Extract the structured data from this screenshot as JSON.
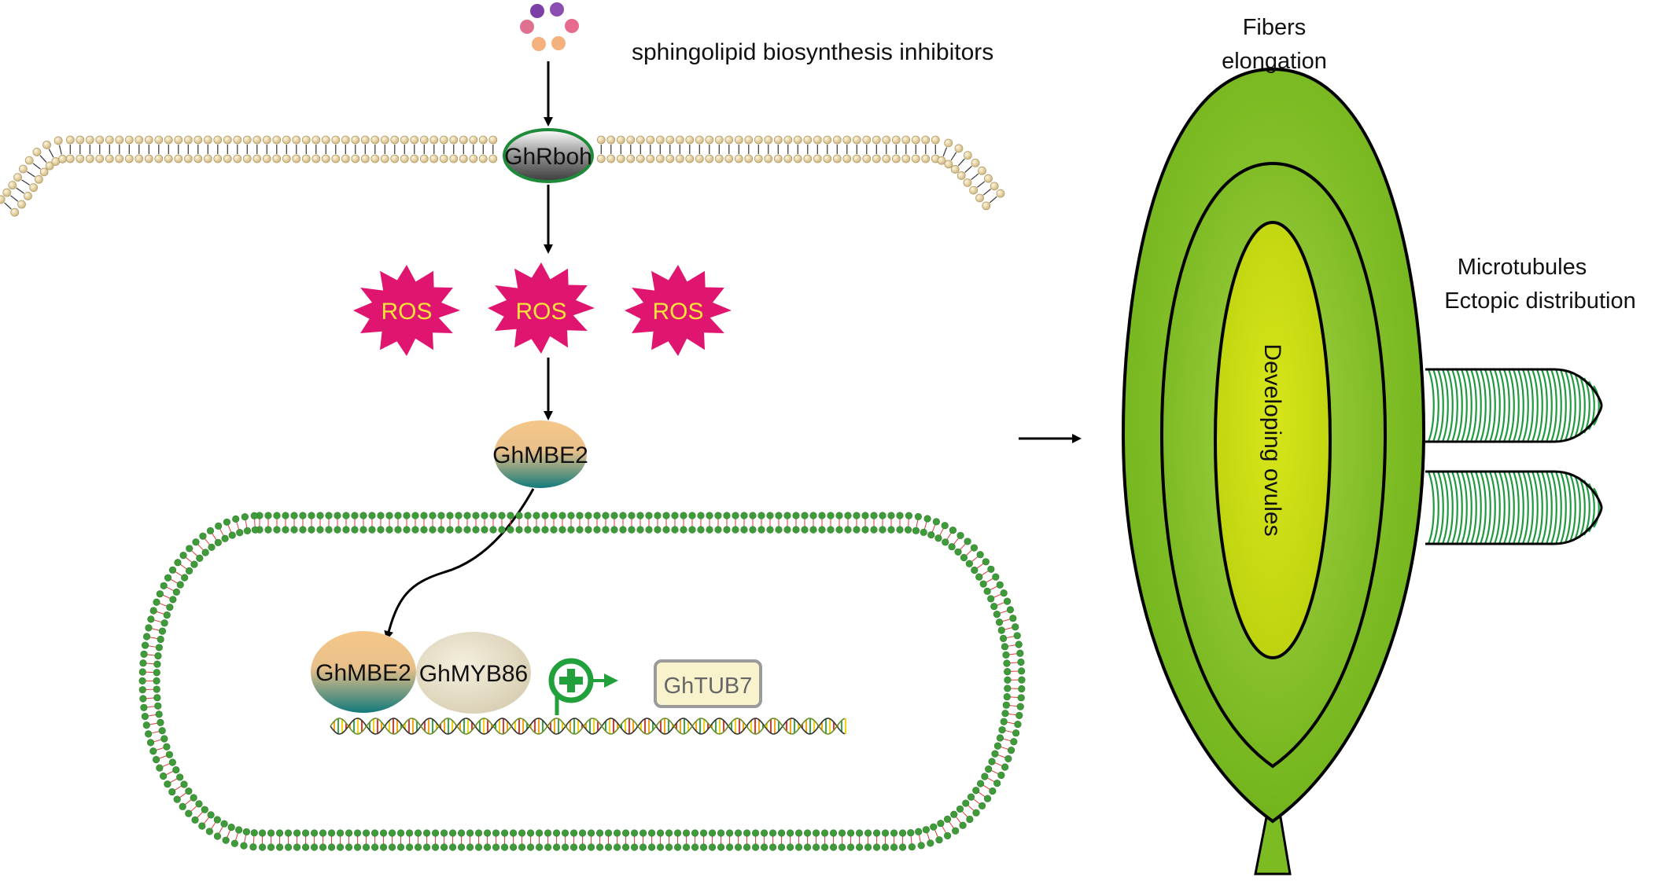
{
  "labels": {
    "inhibitors": "sphingolipid biosynthesis inhibitors",
    "enzyme": "GhRboh",
    "ros": [
      "ROS",
      "ROS",
      "ROS"
    ],
    "mbe2_cytoplasm": "GhMBE2",
    "mbe2_nucleus": "GhMBE2",
    "myb86": "GhMYB86",
    "tub7": "GhTUB7",
    "ovule": "Developing ovules",
    "fibers_line1": "Fibers",
    "fibers_line2": "elongation",
    "microtubules_line1": "Microtubules",
    "microtubules_line2": "Ectopic distribution"
  },
  "colors": {
    "membrane_bead": "#d9c48f",
    "nuclear_bead": "#3f9a3a",
    "ros_burst": "#e0156f",
    "ros_text": "#f5e23a",
    "ovule_outer": "#7dbb22",
    "ovule_inner": "#c8dc10",
    "fiber_stripe": "#1f9a3f",
    "promoter": "#21a03c"
  },
  "icons": {
    "inhibitor_molecules": "molecule-cluster-icon",
    "activation": "plus-promoter-icon",
    "dna": "dna-helix-icon"
  }
}
